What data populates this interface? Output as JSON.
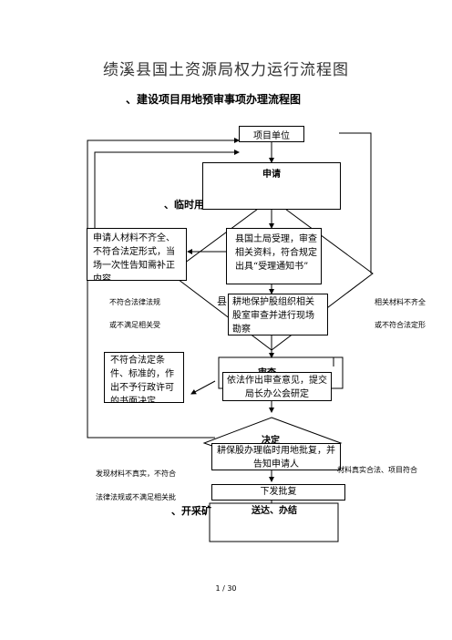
{
  "page": {
    "title": "绩溪县国土资源局权力运行流程图",
    "subtitle": "、建设项目用地预审事项办理流程图",
    "page_number": "1 / 30"
  },
  "background_text": {
    "temp_heading": "、临时用地审批流程图",
    "county": "县",
    "review": "审查",
    "decision": "决定",
    "mining_heading": "、开采矿",
    "deliver": "送达、办结"
  },
  "boxes": {
    "applicant": "项目单位",
    "apply": "申请",
    "incomplete": "申请人材料不齐全、不符合法定形式，当场一次性告知需补正内容",
    "accept": "县国土局受理，审查相关资料，符合规定出具“受理通知书”",
    "survey": "耕地保护股组织相关股室审查并进行现场勘察",
    "reject": "不符合法定条件、标准的，作出不予行政许可的书面决定",
    "opinion": "依法作出审查意见，提交局长办公会研定",
    "approve": "耕保股办理临时用地批复，并告知申请人",
    "issue": "下发批复"
  },
  "labels": {
    "left_1": "不符合法律法规",
    "left_2": "或不满足相关受",
    "right_1": "相关材料不齐全",
    "right_2": "或不符合法定形",
    "bottom_left_1": "发现材料不真实，不符合",
    "bottom_left_2": "法律法规或不满足相关批",
    "bottom_right": "材料真实合法、项目符合"
  }
}
